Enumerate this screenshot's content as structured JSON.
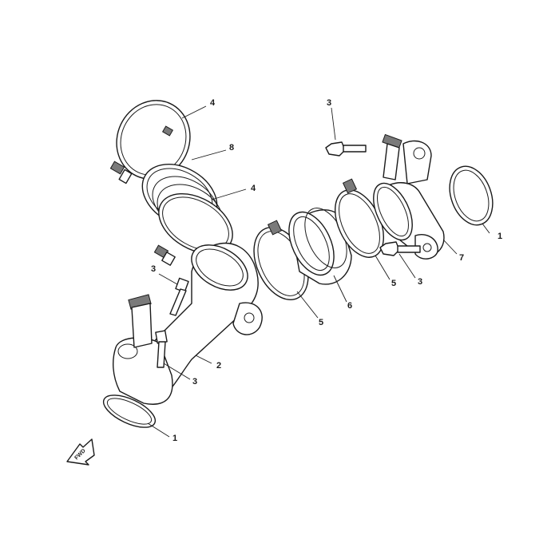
{
  "diagram": {
    "callouts": [
      {
        "id": "c4a",
        "label": "4"
      },
      {
        "id": "c8",
        "label": "8"
      },
      {
        "id": "c4b",
        "label": "4"
      },
      {
        "id": "c3a",
        "label": "3"
      },
      {
        "id": "c3b",
        "label": "3"
      },
      {
        "id": "c3c",
        "label": "3"
      },
      {
        "id": "c3d",
        "label": "3"
      },
      {
        "id": "c2",
        "label": "2"
      },
      {
        "id": "c1a",
        "label": "1"
      },
      {
        "id": "c1b",
        "label": "1"
      },
      {
        "id": "c5a",
        "label": "5"
      },
      {
        "id": "c5b",
        "label": "5"
      },
      {
        "id": "c6",
        "label": "6"
      },
      {
        "id": "c7",
        "label": "7"
      }
    ],
    "fwd_label": "FWD"
  }
}
